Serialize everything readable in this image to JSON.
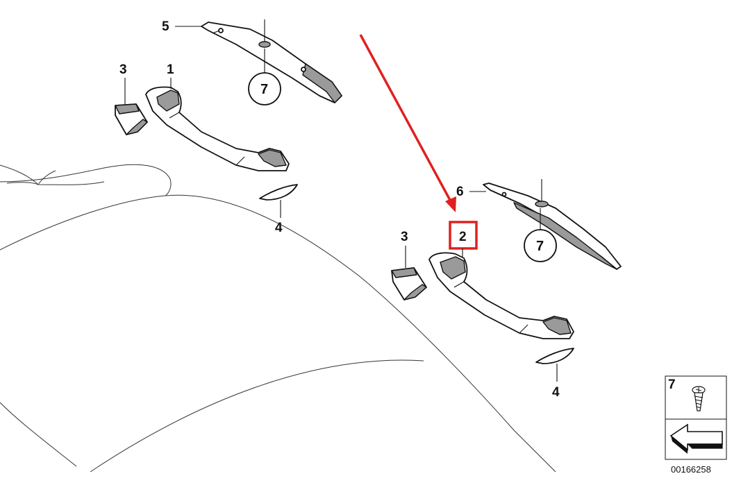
{
  "callouts": {
    "handle_front": "1",
    "handle_rear": "2",
    "cap_front": "3",
    "cap_rear": "3",
    "clip_front": "4",
    "clip_rear": "4",
    "bracket_front": "5",
    "bracket_rear": "6",
    "screw_front": "7",
    "screw_rear": "7"
  },
  "legend": {
    "part_number": "7",
    "diagram_code": "00166258"
  },
  "colors": {
    "highlight": "#e02020",
    "arrow": "#e02020",
    "line": "#111111"
  }
}
